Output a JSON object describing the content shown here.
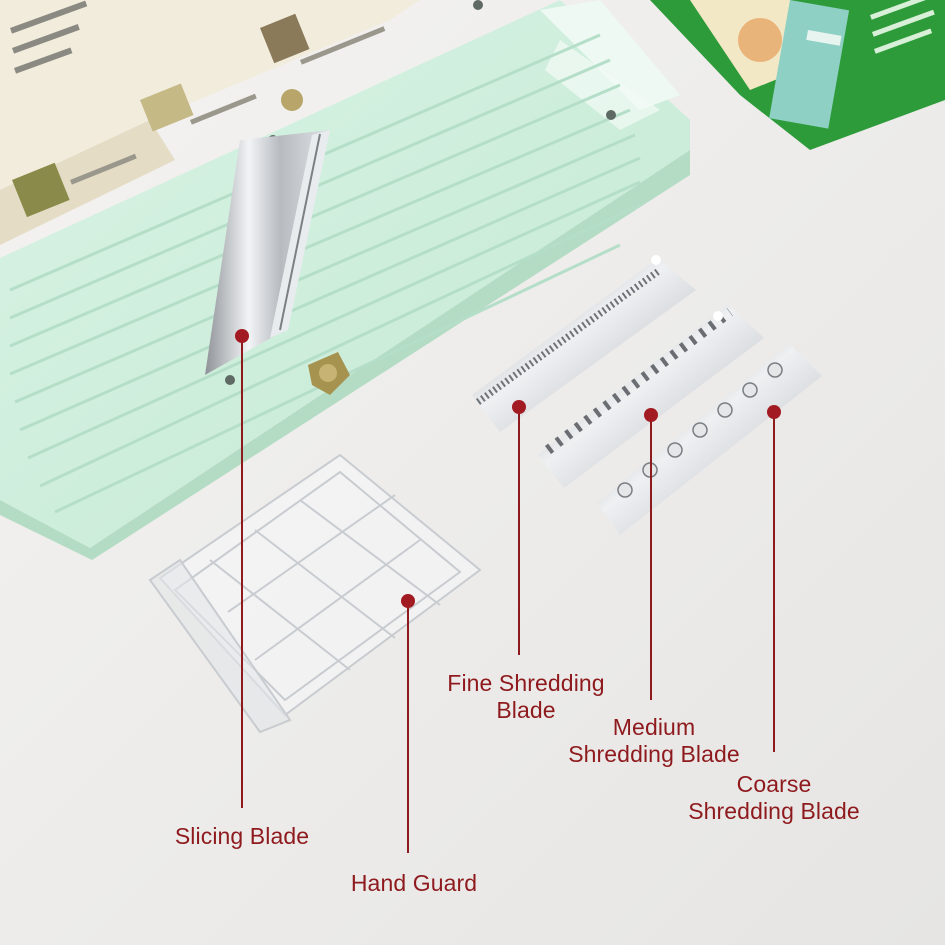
{
  "photo": {
    "background_color": "#ecebea",
    "accent_color": "#8e1a1e",
    "mandoline_color": "#cfeedd",
    "blade_color": "#c9ccd0"
  },
  "labels": {
    "slicing_blade": "Slicing Blade",
    "hand_guard": "Hand Guard",
    "fine_line1": "Fine Shredding",
    "fine_line2": "Blade",
    "medium_line1": "Medium",
    "medium_line2": "Shredding Blade",
    "coarse_line1": "Coarse",
    "coarse_line2": "Shredding Blade"
  }
}
